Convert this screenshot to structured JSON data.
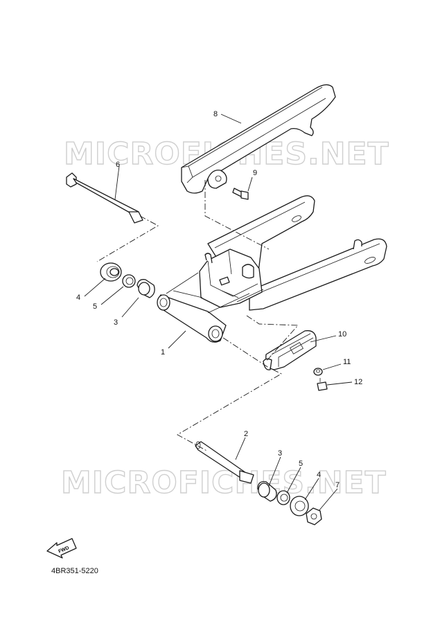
{
  "watermark": "MICROFICHES.NET",
  "diagram_code": "4BR351-5220",
  "fwd_label": "FWD",
  "callouts": {
    "c1": "1",
    "c2": "2",
    "c3a": "3",
    "c3b": "3",
    "c4a": "4",
    "c4b": "4",
    "c5a": "5",
    "c5b": "5",
    "c6": "6",
    "c7": "7",
    "c8": "8",
    "c9": "9",
    "c10": "10",
    "c11": "11",
    "c12": "12"
  }
}
